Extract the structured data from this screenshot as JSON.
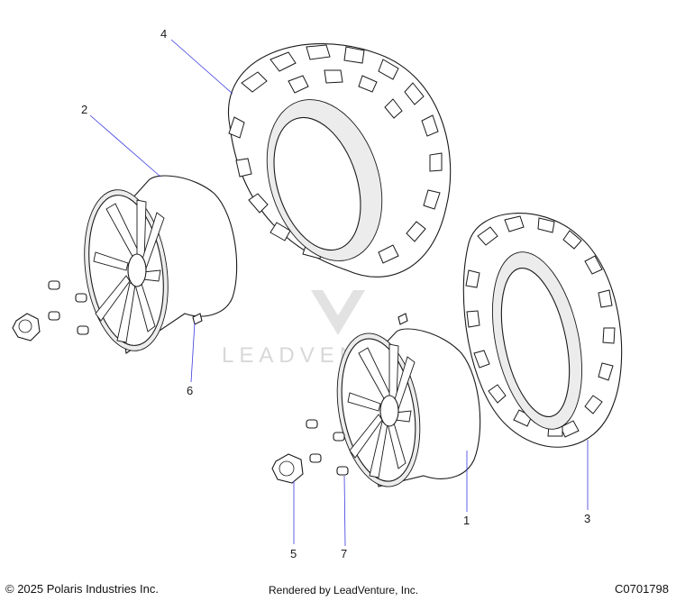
{
  "watermark": {
    "text": "LEADVENTURE"
  },
  "callouts": [
    {
      "id": "1",
      "label": "1"
    },
    {
      "id": "2",
      "label": "2"
    },
    {
      "id": "3",
      "label": "3"
    },
    {
      "id": "4",
      "label": "4"
    },
    {
      "id": "5",
      "label": "5"
    },
    {
      "id": "6",
      "label": "6"
    },
    {
      "id": "7",
      "label": "7"
    }
  ],
  "footer": {
    "copyright": "© 2025 Polaris Industries Inc.",
    "rendered_by": "Rendered by LeadVenture, Inc.",
    "diagram_code": "C0701798"
  },
  "colors": {
    "leader_line": "#3a3ae0",
    "outline": "#1a1a1a",
    "watermark": "#d8d8d8"
  }
}
